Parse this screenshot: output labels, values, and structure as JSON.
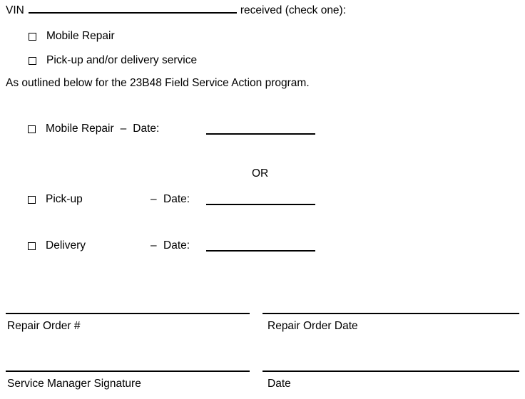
{
  "document": {
    "type": "service-acknowledgement-form",
    "program_code": "23B48"
  },
  "header": {
    "vin_label": "VIN",
    "vin_value": "",
    "vin_blank_placeholder": "________________________",
    "received_text": "received (check one):"
  },
  "service_type_options": [
    {
      "label": "Mobile Repair",
      "checked": false
    },
    {
      "label": "Pick-up and/or delivery service",
      "checked": false
    }
  ],
  "statement": {
    "text": "As outlined below for the 23B48 Field Service Action program."
  },
  "scheduling": {
    "separator_label": "OR",
    "date_label": "Date:",
    "dash": "–",
    "blank_placeholder": "______________",
    "rows": [
      {
        "name": "Mobile Repair",
        "checked": false,
        "date_value": ""
      },
      {
        "name": "Pick-up",
        "checked": false,
        "date_value": ""
      },
      {
        "name": "Delivery",
        "checked": false,
        "date_value": ""
      }
    ]
  },
  "signature_fields": [
    {
      "label": "Repair Order #",
      "value": ""
    },
    {
      "label": "Repair Order Date",
      "value": ""
    },
    {
      "label": "Service Manager Signature",
      "value": ""
    },
    {
      "label": "Date",
      "value": ""
    }
  ],
  "colors": {
    "ink": "#000000",
    "paper": "#ffffff"
  }
}
